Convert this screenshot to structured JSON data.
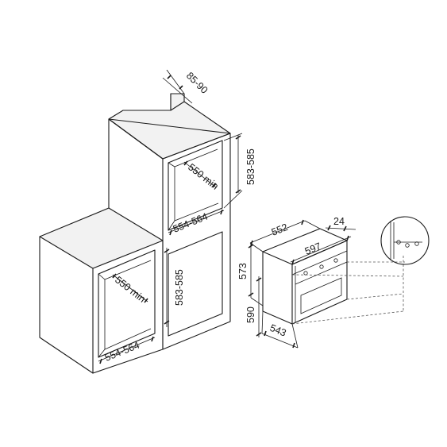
{
  "dimensions": {
    "top_niche_depth": "85-90",
    "upper_opening_depth": "550 min",
    "upper_opening_height": "583-585",
    "upper_opening_width": "554-564",
    "lower_opening_depth": "550 min",
    "lower_opening_height": "583-585",
    "lower_opening_width": "554-564",
    "oven_depth": "552",
    "oven_front_thickness": "24",
    "oven_front_width": "597",
    "oven_body_height": "573",
    "oven_front_height": "590",
    "oven_body_width": "543"
  }
}
